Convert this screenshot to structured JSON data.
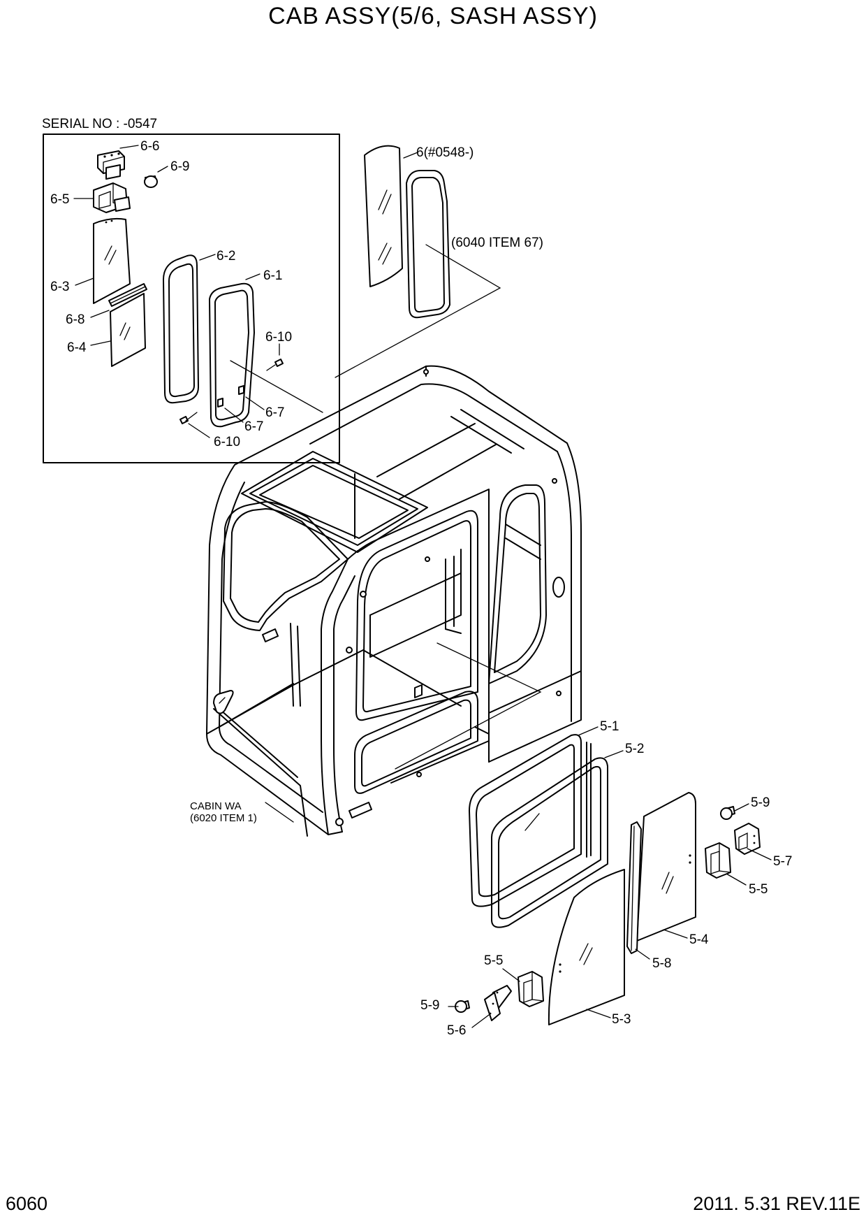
{
  "header": {
    "title": "CAB ASSY(5/6, SASH ASSY)"
  },
  "footer": {
    "page_number": "6060",
    "revision": "2011. 5.31  REV.11E"
  },
  "inset": {
    "serial_note": "SERIAL NO : -0547"
  },
  "notes": {
    "sash_6_new": "6(#0548-)",
    "sash_6_ref": "(6040 ITEM 67)",
    "cabin_name": "CABIN WA",
    "cabin_ref": "(6020 ITEM 1)"
  },
  "callouts": {
    "c6_6": "6-6",
    "c6_9": "6-9",
    "c6_5": "6-5",
    "c6_3": "6-3",
    "c6_2": "6-2",
    "c6_1": "6-1",
    "c6_8": "6-8",
    "c6_4": "6-4",
    "c6_10a": "6-10",
    "c6_7a": "6-7",
    "c6_7b": "6-7",
    "c6_10b": "6-10",
    "c5_1": "5-1",
    "c5_2": "5-2",
    "c5_9a": "5-9",
    "c5_7": "5-7",
    "c5_5a": "5-5",
    "c5_4": "5-4",
    "c5_8": "5-8",
    "c5_5b": "5-5",
    "c5_9b": "5-9",
    "c5_6": "5-6",
    "c5_3": "5-3"
  }
}
